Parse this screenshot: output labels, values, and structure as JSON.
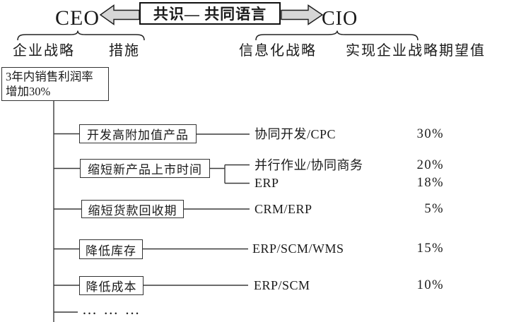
{
  "header": {
    "ceo": "CEO",
    "cio": "CIO",
    "consensus": "共识— 共同语言",
    "ceo_columns": [
      "企业战略",
      "措施"
    ],
    "cio_columns": [
      "信息化战略",
      "实现企业战略期望值"
    ]
  },
  "goal": {
    "line1": "3年内销售利润率",
    "line2": "增加30%"
  },
  "rows": [
    {
      "measure": "开发高附加值产品",
      "it": [
        {
          "name": "协同开发/CPC",
          "value": "30%"
        }
      ]
    },
    {
      "measure": "缩短新产品上市时间",
      "it": [
        {
          "name": "并行作业/协同商务",
          "value": "20%"
        },
        {
          "name": "ERP",
          "value": "18%"
        }
      ]
    },
    {
      "measure": "缩短货款回收期",
      "it": [
        {
          "name": "CRM/ERP",
          "value": "5%"
        }
      ]
    },
    {
      "measure": "降低库存",
      "it": [
        {
          "name": "ERP/SCM/WMS",
          "value": "15%"
        }
      ]
    },
    {
      "measure": "降低成本",
      "it": [
        {
          "name": "ERP/SCM",
          "value": "10%"
        }
      ]
    }
  ],
  "more_rows": "… … …",
  "colors": {
    "arrow_fill": "#d6d6d6",
    "line": "#3a3a3a",
    "text": "#1a1a1a"
  }
}
